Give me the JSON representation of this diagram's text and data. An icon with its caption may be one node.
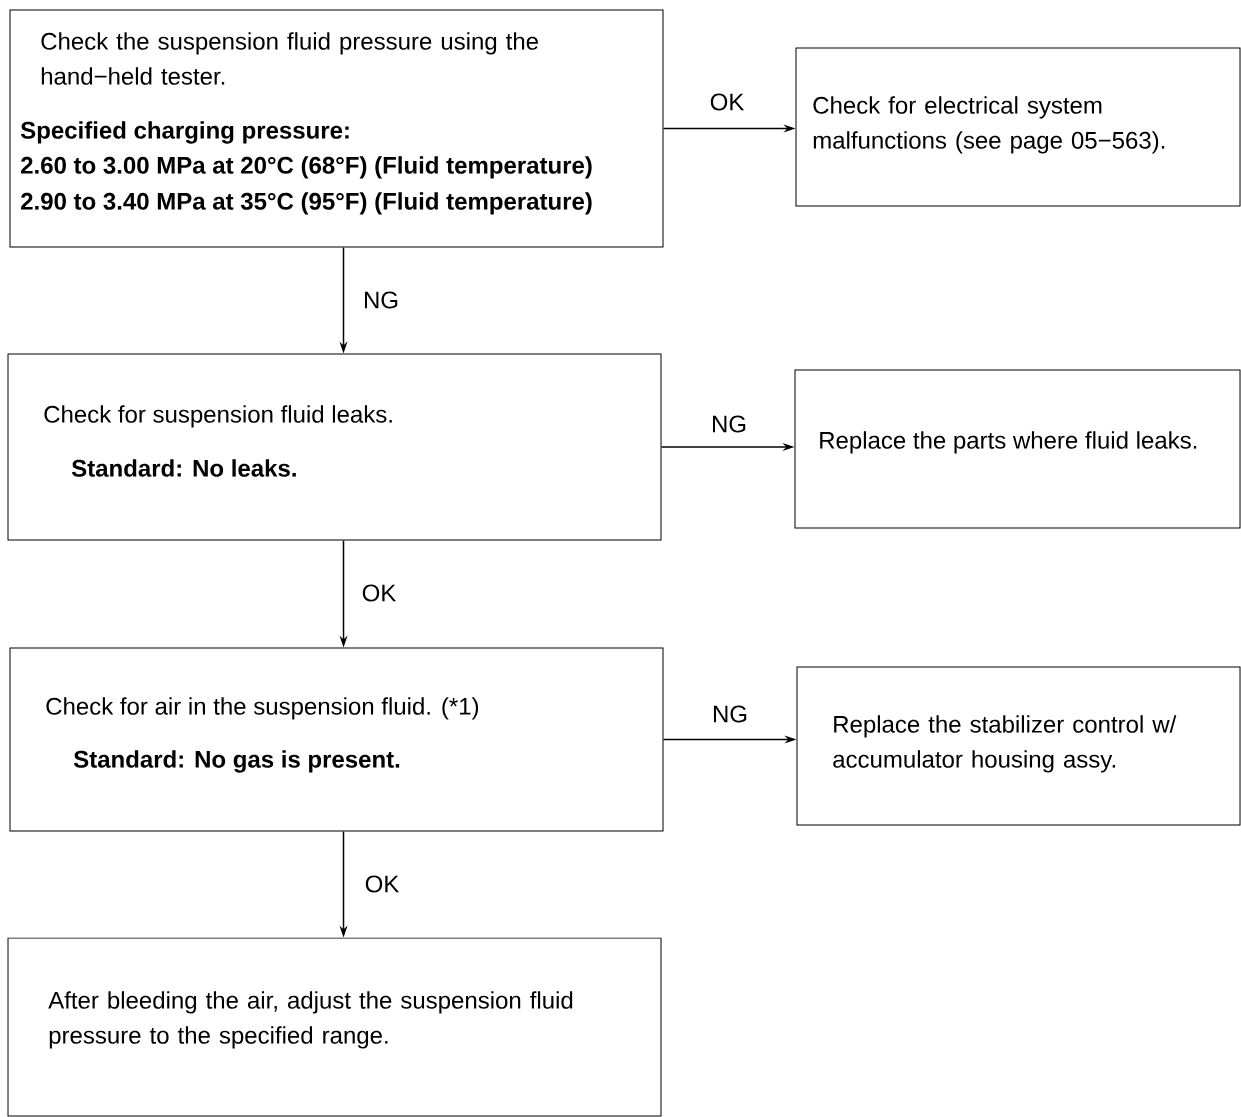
{
  "diagram": {
    "nodes": [
      {
        "text": [
          "Check the suspension fluid pressure using the hand−held tester.",
          "Specified charging pressure:",
          "2.60 to 3.00 MPa at 20°C (68°F) (Fluid temperature)",
          "2.90 to 3.40 MPa at 35°C (95°F) (Fluid temperature)"
        ]
      },
      {
        "text": [
          "Check for electrical system malfunctions (see page 05−563)."
        ]
      },
      {
        "text": [
          "Check for suspension fluid leaks.",
          "Standard: No leaks."
        ]
      },
      {
        "text": [
          "Replace the parts where fluid leaks."
        ]
      },
      {
        "text": [
          "Check for air in the suspension fluid. (*1)",
          "Standard: No gas is present."
        ]
      },
      {
        "text": [
          "Replace the stabilizer control w/ accumulator housing assy."
        ]
      },
      {
        "text": [
          "After bleeding the air, adjust the suspension fluid pressure to the specified range."
        ]
      }
    ],
    "edges": [
      {
        "from": 0,
        "to": 1,
        "arrow": "to",
        "label": "OK"
      },
      {
        "from": 0,
        "to": 2,
        "arrow": "to",
        "label": "NG"
      },
      {
        "from": 2,
        "to": 3,
        "arrow": "to",
        "label": "NG"
      },
      {
        "from": 2,
        "to": 4,
        "arrow": "to",
        "label": "OK"
      },
      {
        "from": 4,
        "to": 5,
        "arrow": "to",
        "label": "NG"
      },
      {
        "from": 4,
        "to": 6,
        "arrow": "to",
        "label": "OK"
      }
    ]
  }
}
